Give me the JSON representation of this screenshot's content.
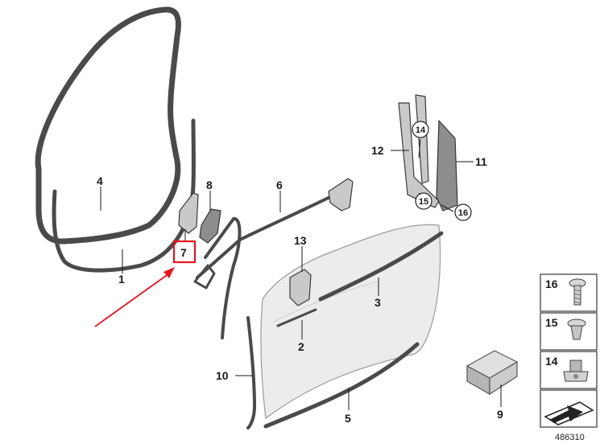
{
  "diagram": {
    "document_number": "486310",
    "highlighted_part": "7",
    "highlight_color": "#e8141c",
    "callouts": [
      "1",
      "2",
      "3",
      "4",
      "5",
      "6",
      "7",
      "8",
      "9",
      "10",
      "11",
      "12",
      "13",
      "14",
      "15",
      "16"
    ],
    "legend": [
      {
        "part": "16",
        "icon": "screw-icon"
      },
      {
        "part": "15",
        "icon": "expanding-rivet-icon"
      },
      {
        "part": "14",
        "icon": "clip-nut-icon"
      }
    ]
  }
}
